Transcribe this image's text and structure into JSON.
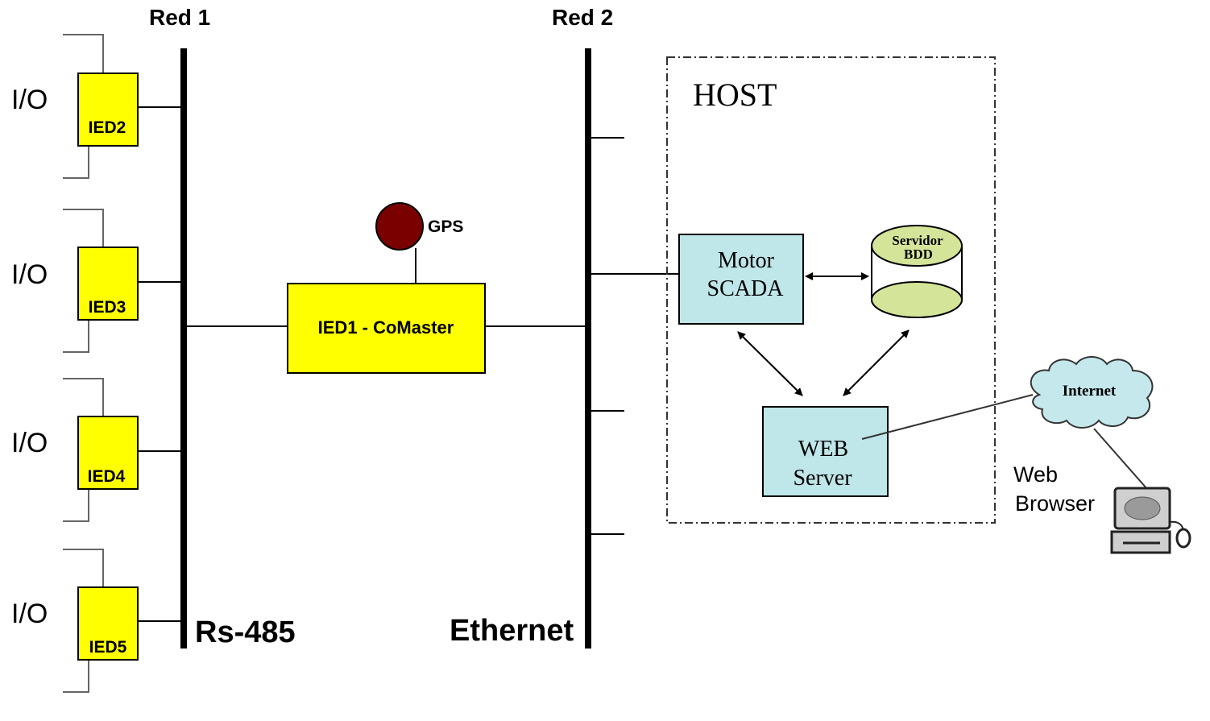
{
  "buses": {
    "red1_label": "Red 1",
    "red2_label": "Red 2",
    "rs485_label": "Rs-485",
    "ethernet_label": "Ethernet"
  },
  "io_label": "I/O",
  "ieds": [
    {
      "label": "IED2"
    },
    {
      "label": "IED3"
    },
    {
      "label": "IED4"
    },
    {
      "label": "IED5"
    }
  ],
  "comaster": {
    "label": "IED1 - CoMaster"
  },
  "gps": {
    "label": "GPS"
  },
  "host": {
    "title": "HOST"
  },
  "motor_scada": {
    "line1": "Motor",
    "line2": "SCADA"
  },
  "db_server": {
    "line1": "Servidor",
    "line2": "BDD"
  },
  "web_server": {
    "line1": "WEB",
    "line2": "Server"
  },
  "internet": {
    "label": "Internet"
  },
  "web_browser": {
    "line1": "Web",
    "line2": "Browser"
  },
  "colors": {
    "ied_fill": "#ffff00",
    "gps_fill": "#7a0000",
    "host_box_fill": "#bfe6e8",
    "db_fill": "#d4e59a",
    "cloud_fill": "#c5e8ec",
    "line": "#000000"
  }
}
